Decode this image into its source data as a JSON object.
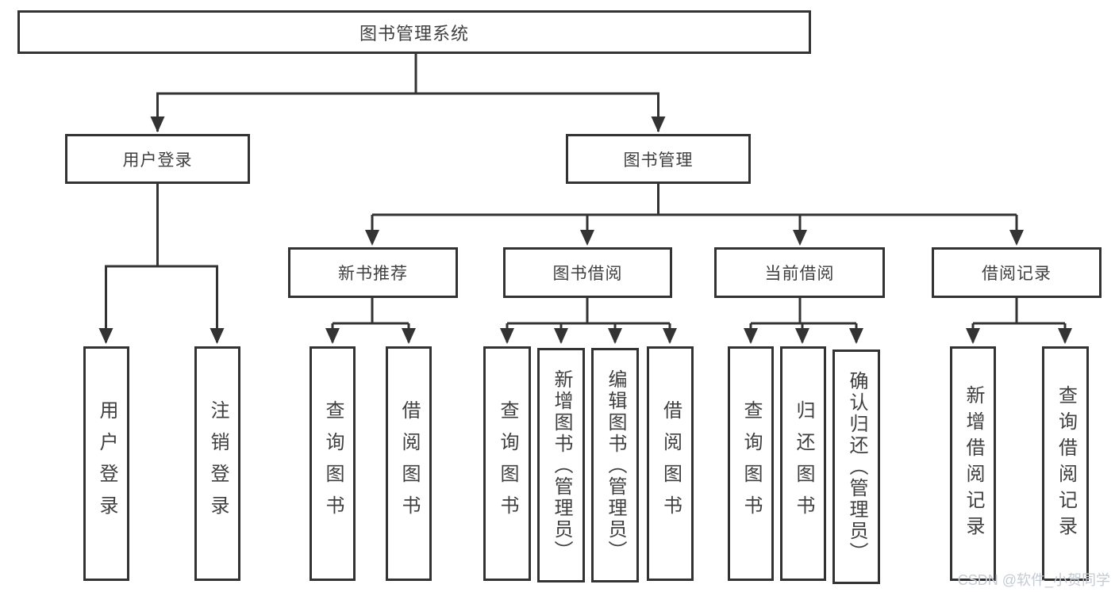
{
  "diagram": {
    "root": {
      "label": "图书管理系统"
    },
    "level2": [
      {
        "label": "用户登录",
        "children": [
          {
            "label": "用户登录"
          },
          {
            "label": "注销登录"
          }
        ]
      },
      {
        "label": "图书管理"
      }
    ],
    "level3": [
      {
        "label": "新书推荐",
        "children": [
          {
            "label": "查询图书"
          },
          {
            "label": "借阅图书"
          }
        ]
      },
      {
        "label": "图书借阅",
        "children": [
          {
            "label": "查询图书"
          },
          {
            "label": "新增图书（管理员）"
          },
          {
            "label": "编辑图书（管理员）"
          },
          {
            "label": "借阅图书"
          }
        ]
      },
      {
        "label": "当前借阅",
        "children": [
          {
            "label": "查询图书"
          },
          {
            "label": "归还图书"
          },
          {
            "label": "确认归还（管理员）"
          }
        ]
      },
      {
        "label": "借阅记录",
        "children": [
          {
            "label": "新增借阅记录"
          },
          {
            "label": "查询借阅记录"
          }
        ]
      }
    ]
  },
  "watermark": {
    "text": "CSDN @软件_小贺同学"
  },
  "colors": {
    "line": "#333333",
    "box_border": "#333333",
    "box_fill": "#ffffff",
    "text": "#3f3f3f",
    "watermark": "#c5cbd3"
  }
}
